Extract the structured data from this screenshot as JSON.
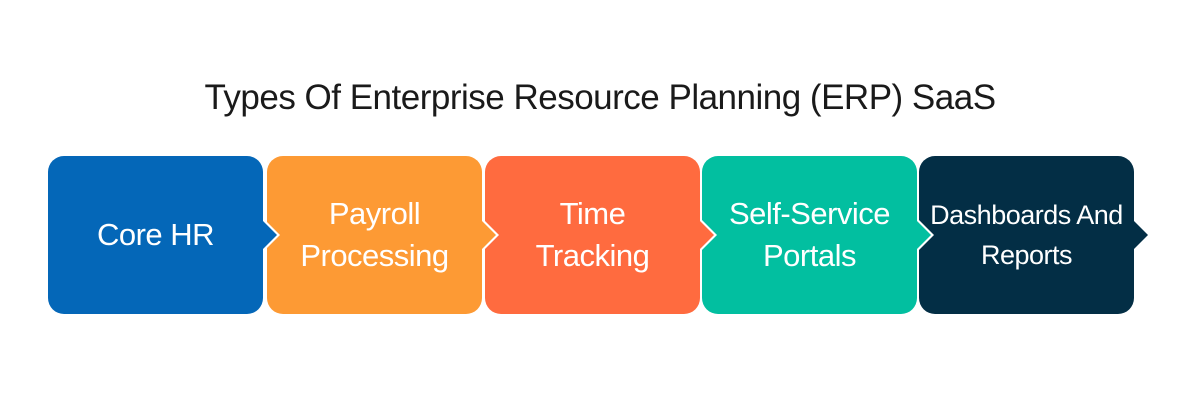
{
  "title": "Types Of Enterprise Resource Planning (ERP) SaaS",
  "steps": [
    {
      "label": "Core HR",
      "color": "#0467b8"
    },
    {
      "label": "Payroll Processing",
      "color": "#fd9a34"
    },
    {
      "label": "Time Tracking",
      "color": "#ff6b3f"
    },
    {
      "label": "Self-Service Portals",
      "color": "#02bfa0"
    },
    {
      "label": "Dashboards And Reports",
      "color": "#032e45"
    }
  ]
}
